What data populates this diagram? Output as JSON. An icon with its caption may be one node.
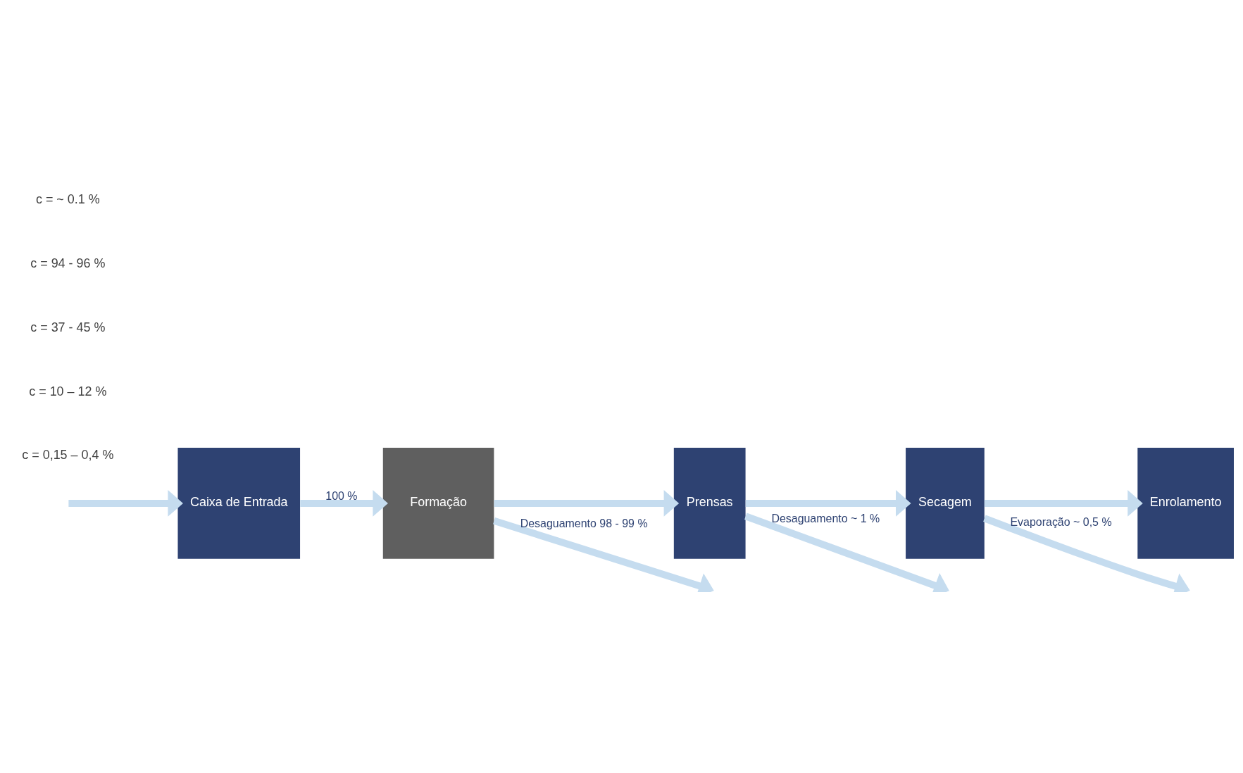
{
  "diagram": {
    "nodes": [
      {
        "text": [
          "Caixa de Entrada"
        ]
      },
      {
        "text": [
          "Formação"
        ]
      },
      {
        "text": [
          "Prensas"
        ]
      },
      {
        "text": [
          "Secagem"
        ]
      },
      {
        "text": [
          "Enrolamento"
        ]
      }
    ],
    "edges": [
      {
        "from": null,
        "to": 0,
        "arrow": "to"
      },
      {
        "from": 0,
        "to": 1,
        "arrow": "to",
        "label": "100 %"
      },
      {
        "from": 1,
        "to": 2,
        "arrow": "to"
      },
      {
        "from": 2,
        "to": 3,
        "arrow": "to"
      },
      {
        "from": 3,
        "to": 4,
        "arrow": "to"
      },
      {
        "from": 1,
        "to": null,
        "arrow": "to",
        "label": "Desaguamento 98 - 99 %"
      },
      {
        "from": 2,
        "to": null,
        "arrow": "to",
        "label": "Desaguamento ~ 1 %"
      },
      {
        "from": 3,
        "to": null,
        "arrow": "to",
        "label": "Evaporação ~ 0,5 %"
      }
    ],
    "labels": [
      "c = 0,15 – 0,4 %",
      "c = 10 – 12 %",
      "c = 37 - 45 %",
      "c = 94 - 96 %",
      "c = ~ 0.1 %"
    ]
  }
}
